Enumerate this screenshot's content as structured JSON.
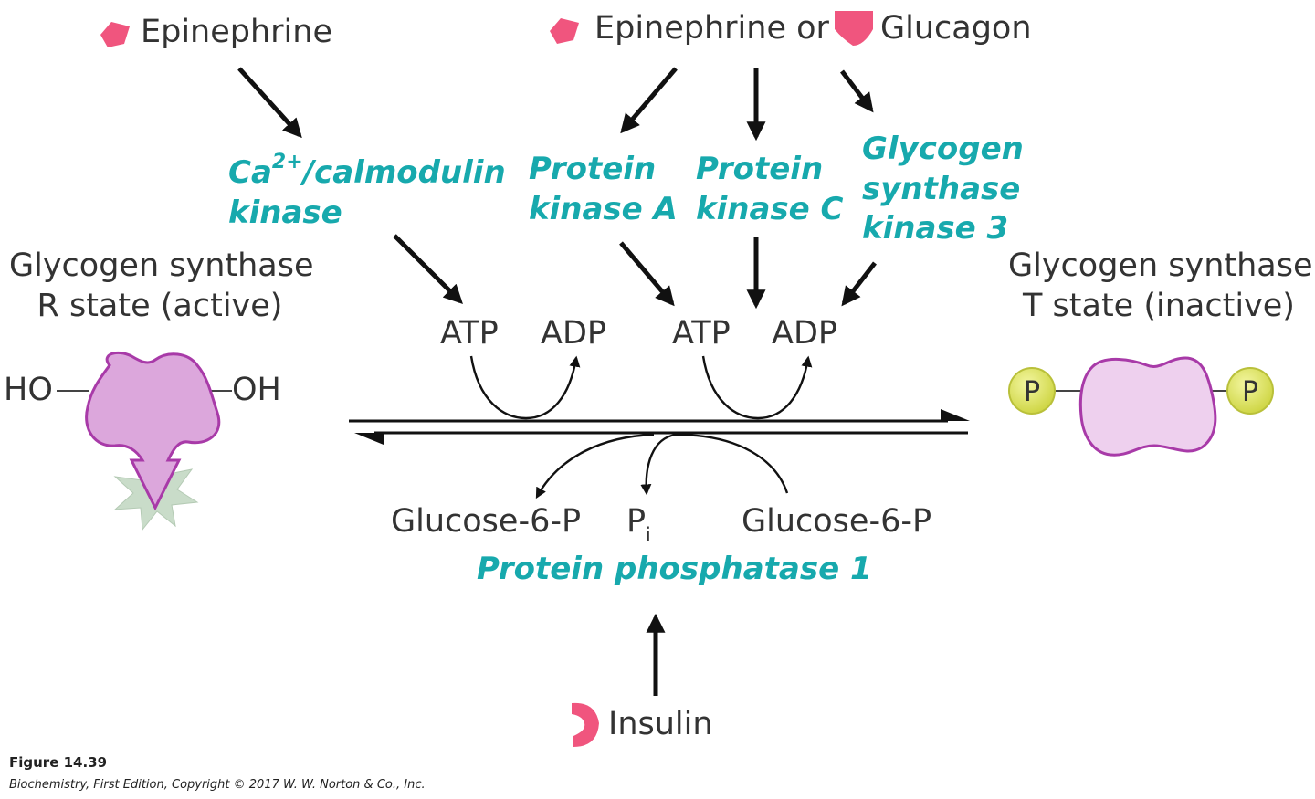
{
  "hormones": {
    "epinephrine_left": "Epinephrine",
    "epinephrine_or": "Epinephrine or",
    "glucagon": "Glucagon",
    "insulin": "Insulin"
  },
  "enzymes": {
    "camk_ca": "Ca",
    "camk_sup": "2+",
    "camk_rest": "/calmodulin",
    "camk_line2": "kinase",
    "pka_line1": "Protein",
    "pka_line2": "kinase A",
    "pkc_line1": "Protein",
    "pkc_line2": "kinase C",
    "gsk3_line1": "Glycogen",
    "gsk3_line2": "synthase",
    "gsk3_line3": "kinase 3",
    "pp1": "Protein phosphatase 1"
  },
  "states": {
    "r_line1": "Glycogen synthase",
    "r_line2": "R state (active)",
    "t_line1": "Glycogen synthase",
    "t_line2": "T state (inactive)",
    "ho": "HO",
    "oh": "OH",
    "phospho": "P"
  },
  "molecules": {
    "atp": "ATP",
    "adp": "ADP",
    "g6p": "Glucose-6-P",
    "pi_main": "P",
    "pi_sub": "i"
  },
  "caption": {
    "figure": "Figure 14.39",
    "credit": "Biochemistry, First Edition, Copyright © 2017 W. W. Norton & Co., Inc."
  },
  "colors": {
    "enzyme_text": "#17a9ad",
    "hormone_pink": "#f0557e",
    "enzyme_purple_fill": "#dca7dc",
    "enzyme_purple_stroke": "#a83aa8",
    "phosphate_yellow": "#e2e85c",
    "arrow": "#111111"
  }
}
